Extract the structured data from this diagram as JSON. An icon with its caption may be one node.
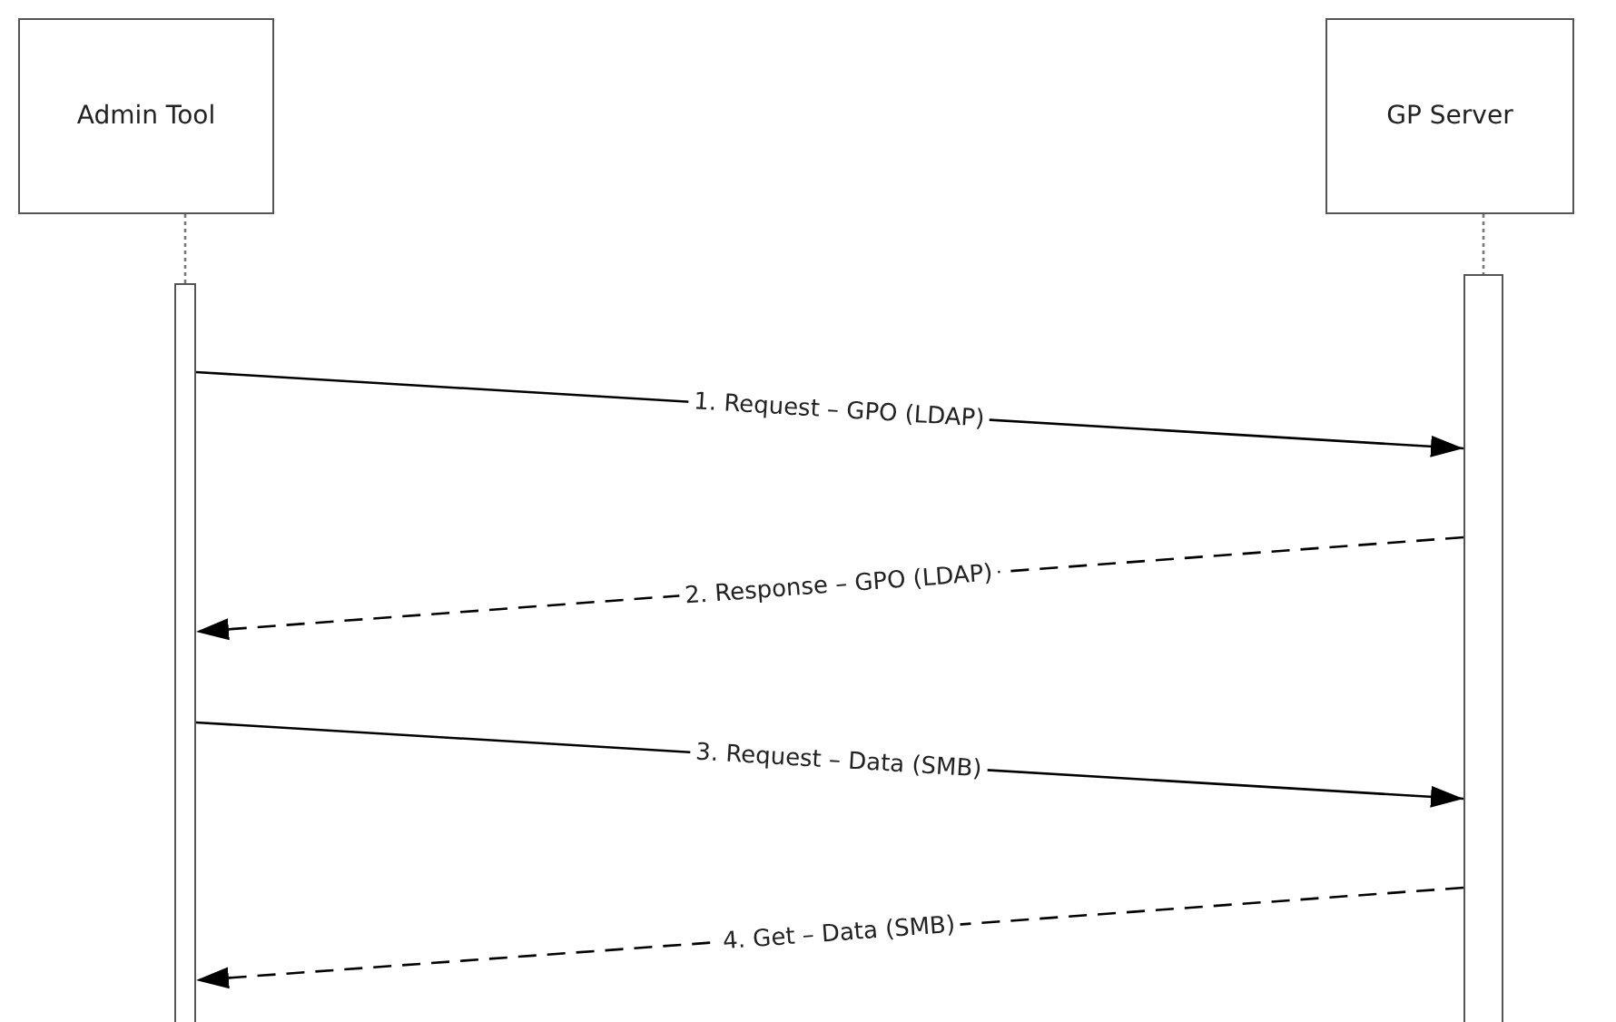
{
  "diagram": {
    "nodes": [
      {
        "text": [
          "Admin Tool"
        ]
      },
      {
        "text": [
          "GP Server"
        ]
      },
      {
        "text": [],
        "shape": "bar"
      },
      {
        "text": [],
        "shape": "bar"
      }
    ],
    "edges": [
      {
        "from": 0,
        "to": 2,
        "arrow": "none",
        "style": "dashed",
        "color": "#777777"
      },
      {
        "from": 1,
        "to": 3,
        "arrow": "none",
        "style": "dashed",
        "color": "#777777"
      },
      {
        "from": 2,
        "to": 3,
        "arrow": "to",
        "label": "1. Request – GPO (LDAP)"
      },
      {
        "from": 3,
        "to": 2,
        "arrow": "to",
        "label": "2. Response – GPO (LDAP)",
        "style": "dashed"
      },
      {
        "from": 2,
        "to": 3,
        "arrow": "to",
        "label": "3. Request – Data (SMB)"
      },
      {
        "from": 3,
        "to": 2,
        "arrow": "to",
        "label": "4. Get – Data (SMB)",
        "style": "dashed"
      }
    ]
  }
}
